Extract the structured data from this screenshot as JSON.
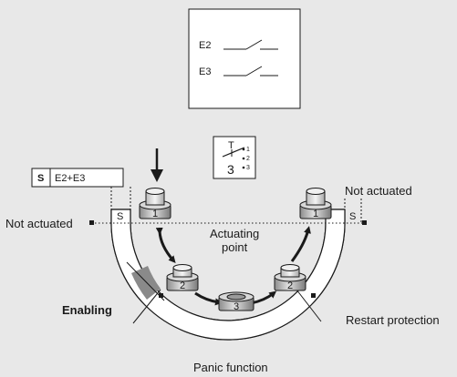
{
  "switch_box": {
    "contacts": [
      {
        "label": "E2"
      },
      {
        "label": "E3"
      }
    ]
  },
  "symbol": {
    "top": "T",
    "number": "3",
    "positions": [
      "1",
      "2",
      "3"
    ]
  },
  "legend_s": {
    "key": "S",
    "value": "E2+E3",
    "marker": "S"
  },
  "labels": {
    "not_actuated_left": "Not actuated",
    "not_actuated_right": "Not actuated",
    "actuating_point": [
      "Actuating",
      "point"
    ],
    "enabling": "Enabling",
    "restart_protection": "Restart protection",
    "panic_function": "Panic function"
  },
  "buttons": [
    {
      "position": "1"
    },
    {
      "position": "2"
    },
    {
      "position": "3"
    },
    {
      "position": "2"
    },
    {
      "position": "1"
    }
  ],
  "colors": {
    "background": "#e8e8e8",
    "panel": "#ffffff",
    "ink": "#1a1a1a",
    "enabling_band": "#8a8a8a"
  }
}
